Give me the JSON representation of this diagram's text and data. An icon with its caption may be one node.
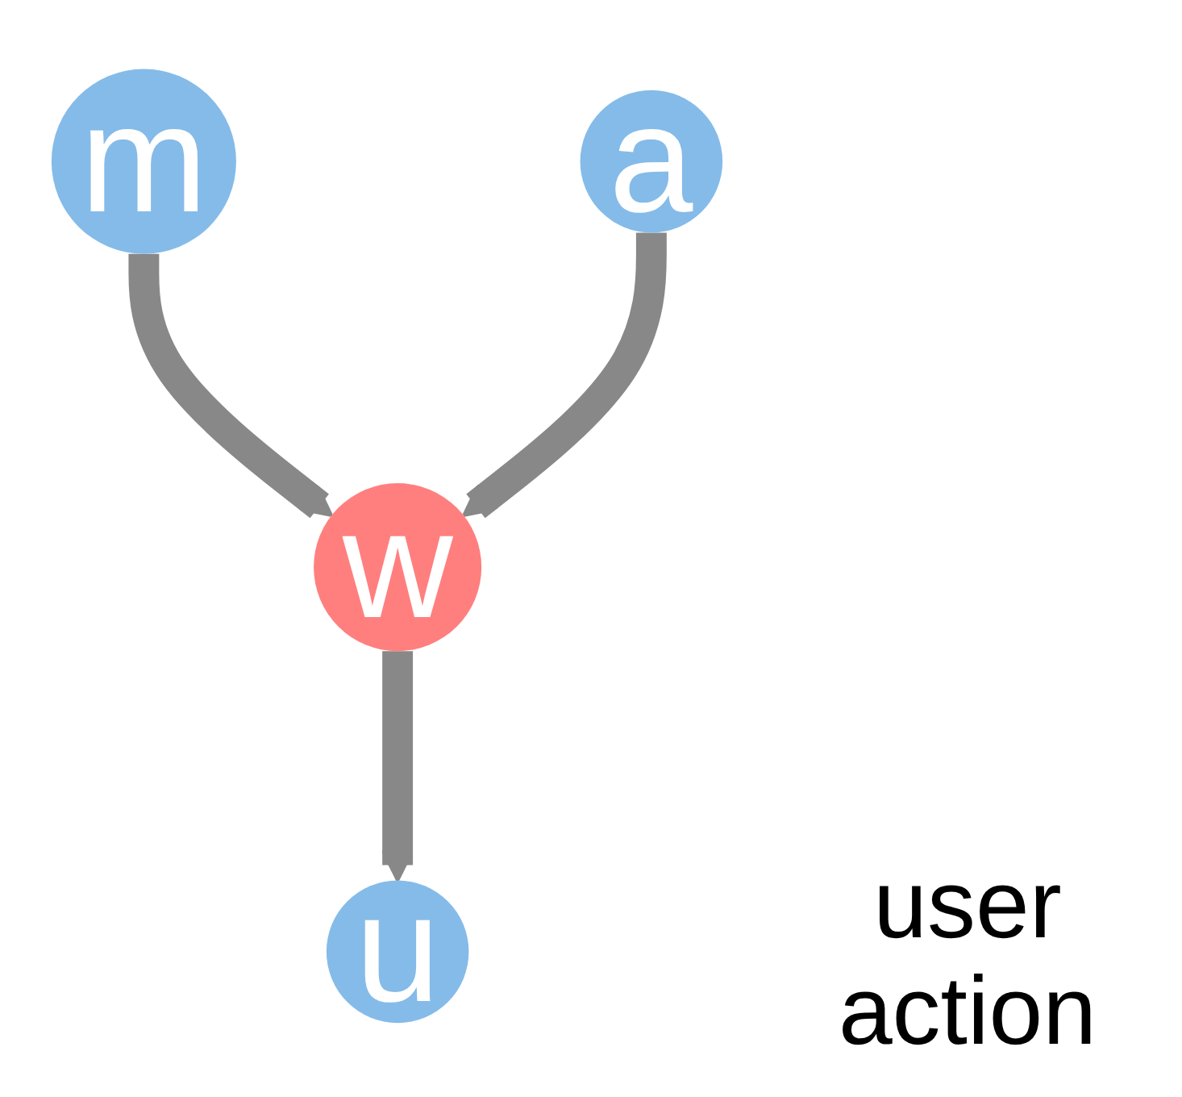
{
  "diagram": {
    "nodes": [
      {
        "text": [
          "m"
        ]
      },
      {
        "text": [
          "a"
        ]
      },
      {
        "text": [
          "w"
        ]
      },
      {
        "text": [
          "u"
        ],
        "beside": [
          "user action"
        ]
      }
    ],
    "edges": [
      {
        "from": 0,
        "to": 2,
        "arrow": "to"
      },
      {
        "from": 1,
        "to": 2,
        "arrow": "to"
      },
      {
        "from": 2,
        "to": 3,
        "arrow": "to"
      }
    ]
  }
}
